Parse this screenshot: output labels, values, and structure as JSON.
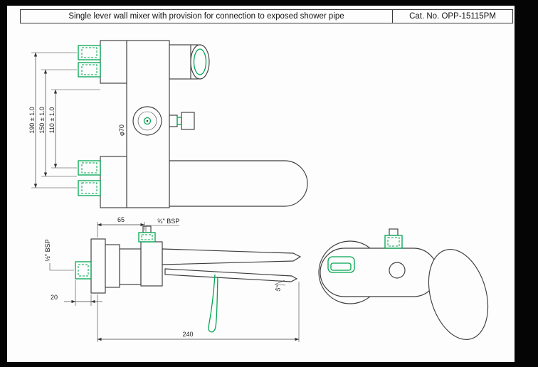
{
  "header": {
    "title": "Single lever wall mixer with provision for connection to exposed shower pipe",
    "cat_no": "Cat. No. OPP-15115PM"
  },
  "front_elevation": {
    "dim_190": "190 ± 1.0",
    "dim_150": "150 ± 1.0",
    "dim_110": "110 ± 1.0",
    "dia_70": "φ70"
  },
  "side_view": {
    "dim_65": "65",
    "bsp_34": "¾\" BSP",
    "bsp_12": "½\" BSP",
    "dim_20": "20",
    "dim_240": "240",
    "angle_5": "5°"
  },
  "colors": {
    "line": "#3d3d3d",
    "accent_green": "#00a651",
    "sheet": "#fdfdfd",
    "frame": "#000000"
  }
}
